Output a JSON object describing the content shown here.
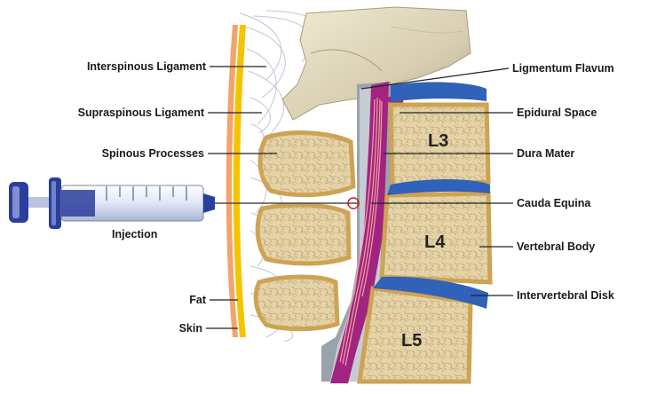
{
  "labels": {
    "left": {
      "interspinous": "Interspinous Ligament",
      "supraspinous": "Supraspinous Ligament",
      "spinous": "Spinous Processes",
      "injection": "Injection",
      "fat": "Fat",
      "skin": "Skin"
    },
    "right": {
      "flavum": "Ligmentum Flavum",
      "epidural": "Epidural Space",
      "dura": "Dura Mater",
      "cauda": "Cauda Equina",
      "body": "Vertebral Body",
      "disk": "Intervertebral Disk"
    },
    "vertebrae": {
      "l3": "L3",
      "l4": "L4",
      "l5": "L5"
    }
  },
  "colors": {
    "bone": "#e3cd9b",
    "bone_edge": "#cda354",
    "disk": "#2f62b8",
    "dura": "#a02480",
    "cauda": "#e88a8a",
    "skin": "#f5c400",
    "fat": "#f3a46a",
    "ligament": "#b9c2cf",
    "syringe_blue": "#2c3e9c"
  }
}
